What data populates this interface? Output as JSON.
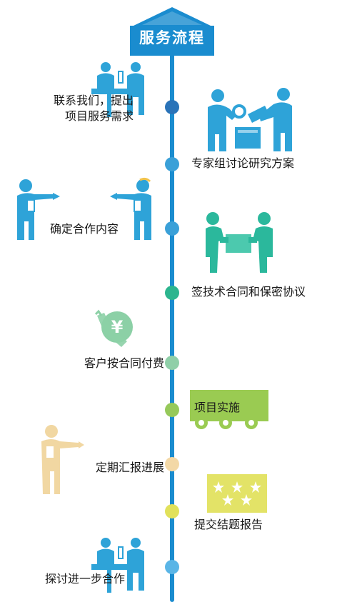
{
  "title": "服务流程",
  "colors": {
    "timeline": "#1a8ccf",
    "title_box": "#1a8ccf",
    "blue_figures": "#2ea3d8",
    "teal_figures": "#2bb89c",
    "green_money": "#8cd0a6",
    "lime_truck": "#9acb52",
    "tan_figure": "#f1d7a2",
    "yellow_box": "#e3e367"
  },
  "steps": [
    {
      "label_line1": "联系我们，提出",
      "label_line2": "项目服务需求",
      "dot_color": "#2a73b8",
      "icon": "two-people-desk-icon"
    },
    {
      "label": "专家组讨论研究方案",
      "dot_color": "#3aa0d8",
      "icon": "experts-discussing-icon"
    },
    {
      "label": "确定合作内容",
      "dot_color": "#3aa0d8",
      "icon": "two-people-pointing-icon"
    },
    {
      "label": "签技术合同和保密协议",
      "dot_color": "#2cb58e",
      "icon": "handshake-box-icon"
    },
    {
      "label": "客户按合同付费",
      "dot_color": "#8fcfa8",
      "icon": "yuan-money-icon"
    },
    {
      "label": "项目实施",
      "dot_color": "#96c95a",
      "icon": "truck-icon"
    },
    {
      "label": "定期汇报进展",
      "dot_color": "#f3d8a6",
      "icon": "person-reporting-icon"
    },
    {
      "label": "提交结题报告",
      "dot_color": "#e1e15a",
      "icon": "stars-report-icon"
    },
    {
      "label": "探讨进一步合作",
      "dot_color": "#5ab5e6",
      "icon": "two-people-desk-icon"
    }
  ]
}
